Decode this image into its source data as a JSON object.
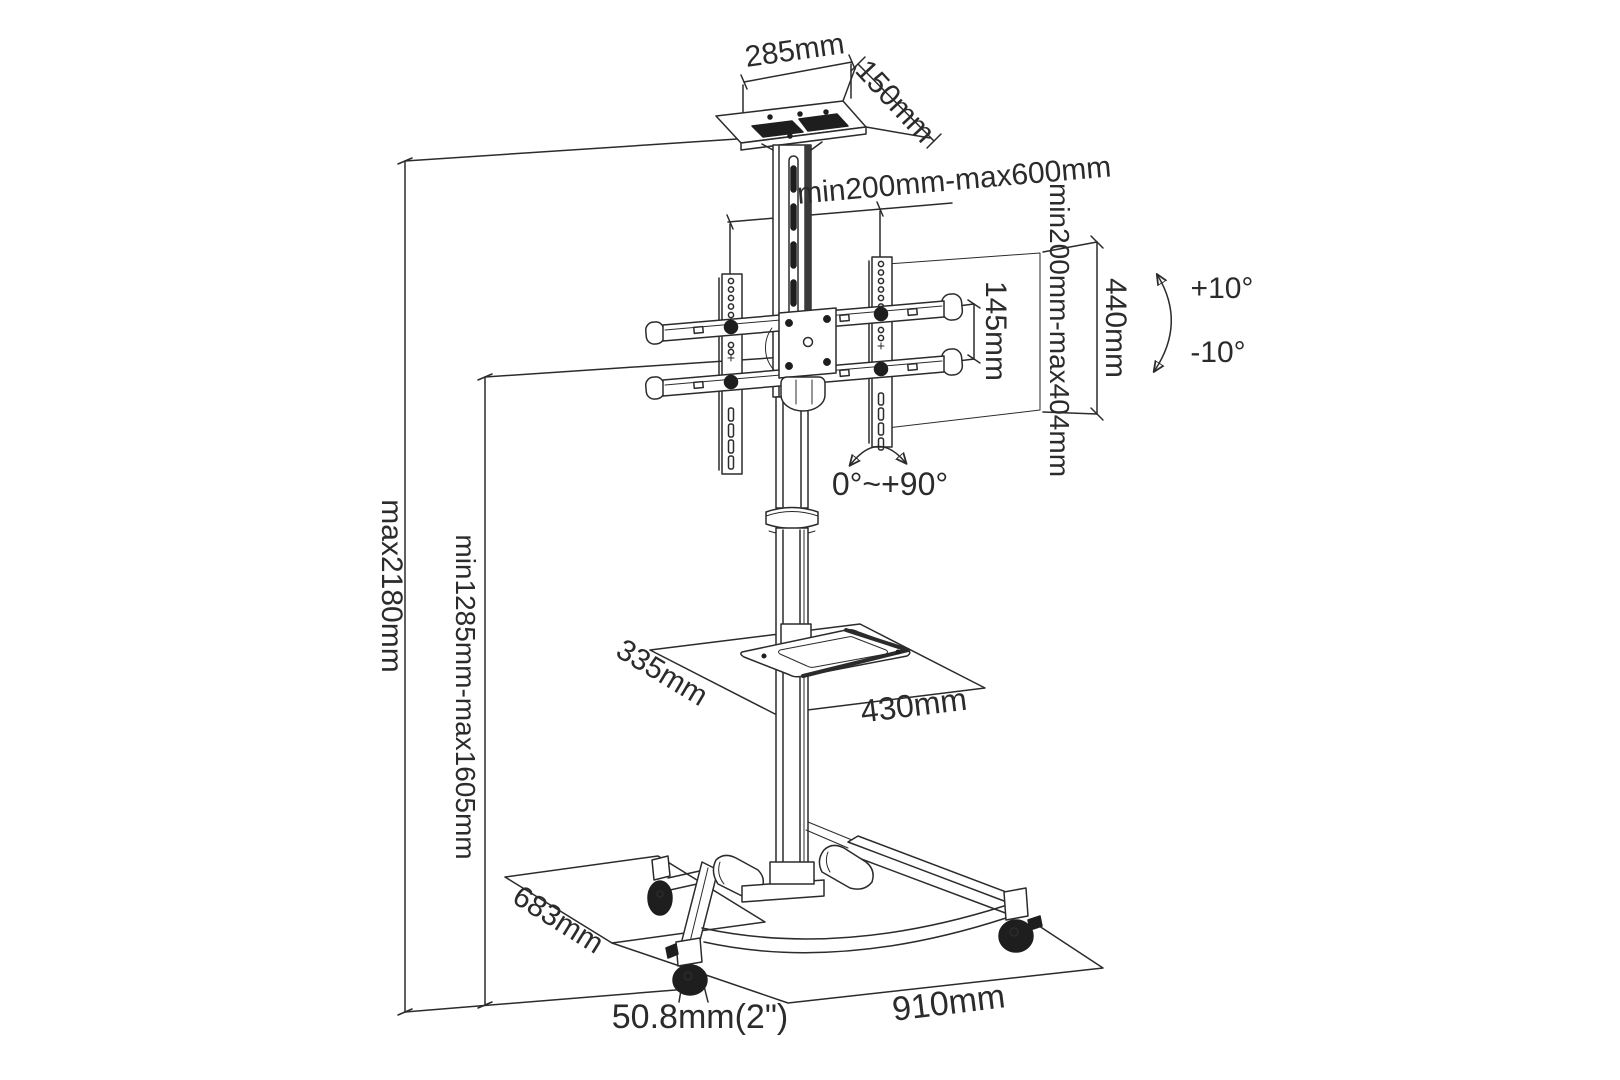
{
  "diagram": {
    "type": "technical-dimension-drawing",
    "subject": "Mobile TV trolley stand with VESA bracket, top camera tray, media shelf and caster base",
    "background": "#ffffff",
    "line_color": "#2b2b2b",
    "accent_fill": "#1e1e1e"
  },
  "icons": {
    "tilt_arrow": "curved-double-arrow",
    "swivel_arrow": "curved-double-arrow"
  },
  "labels": {
    "top_shelf_width": "285mm",
    "top_shelf_depth": "150mm",
    "vesa_width_range": "min200mm-max600mm",
    "vesa_height_range": "min200mm-max404mm",
    "bracket_height": "440mm",
    "rail_spacing": "145mm",
    "tilt_up": "+10°",
    "tilt_down": "-10°",
    "swivel_range": "0°~+90°",
    "max_height": "max2180mm",
    "screen_height_range": "min1285mm-max1605mm",
    "shelf_depth": "335mm",
    "shelf_width": "430mm",
    "base_depth": "683mm",
    "caster_size": "50.8mm(2\")",
    "base_width": "910mm"
  }
}
